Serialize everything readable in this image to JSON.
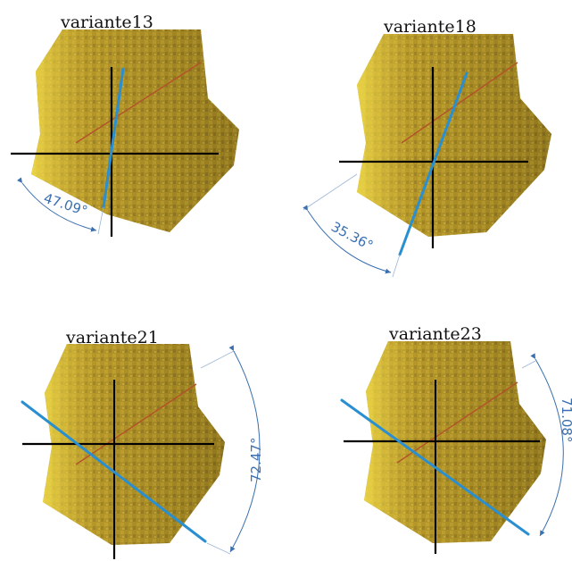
{
  "colors": {
    "grain_base": "#a88a22",
    "grain_light": "#e6cc4a",
    "grain_dark": "#6e5a1a",
    "crosshair": "#000000",
    "orientation_line": "#2a8fd0",
    "angle_annotation": "#3a6fb0",
    "inner_line": "#b4522a"
  },
  "panels": [
    {
      "label": "variante13",
      "angle_label": "47.09°"
    },
    {
      "label": "variante18",
      "angle_label": "35.36°"
    },
    {
      "label": "variante21",
      "angle_label": "72.47°"
    },
    {
      "label": "variante23",
      "angle_label": "71.08°"
    }
  ]
}
